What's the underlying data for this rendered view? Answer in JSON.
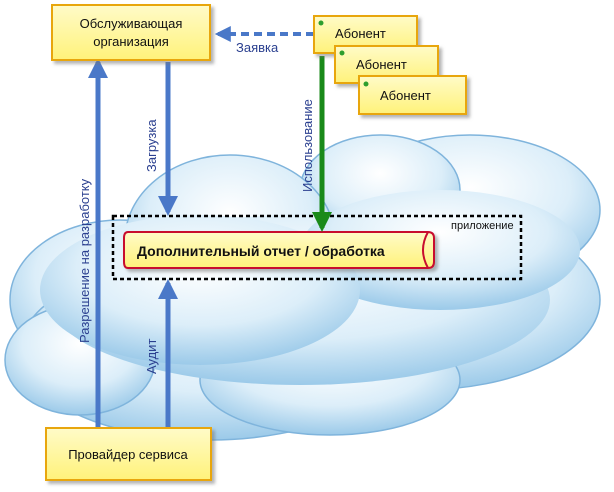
{
  "nodes": {
    "org": {
      "line1": "Обслуживающая",
      "line2": "организация"
    },
    "subscriber1": "Абонент",
    "subscriber2": "Абонент",
    "subscriber3": "Абонент",
    "provider": "Провайдер сервиса",
    "report": "Дополнительный отчет / обработка",
    "app_label": "приложение"
  },
  "edges": {
    "request": "Заявка",
    "dev_permission": "Разрешение на разработку",
    "upload": "Загрузка",
    "audit": "Аудит",
    "usage": "Использование"
  },
  "colors": {
    "box_fill": "#fff79c",
    "box_border": "#e8a60c",
    "blue_arrow": "#4a78c8",
    "green_arrow": "#1a8a1a",
    "report_border": "#c8102e",
    "label_text": "#2a3f8f"
  }
}
